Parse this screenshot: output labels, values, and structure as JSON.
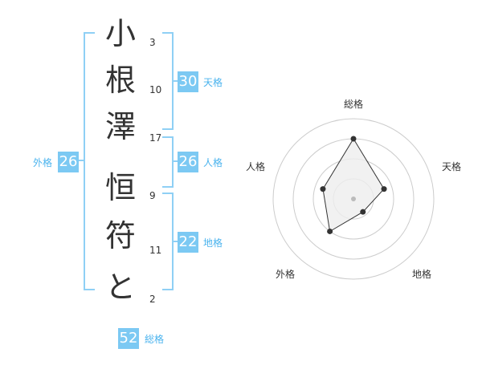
{
  "characters": [
    {
      "char": "小",
      "strokes": "3"
    },
    {
      "char": "根",
      "strokes": "10"
    },
    {
      "char": "澤",
      "strokes": "17"
    },
    {
      "char": "恒",
      "strokes": "9"
    },
    {
      "char": "符",
      "strokes": "11"
    },
    {
      "char": "と",
      "strokes": "2"
    }
  ],
  "fortunes": {
    "tenkaku": {
      "value": "30",
      "label": "天格"
    },
    "jinkaku": {
      "value": "26",
      "label": "人格"
    },
    "chikaku": {
      "value": "22",
      "label": "地格"
    },
    "gaikaku": {
      "value": "26",
      "label": "外格"
    },
    "soukaku": {
      "value": "52",
      "label": "総格"
    }
  },
  "radar": {
    "labels": {
      "top": "総格",
      "right": "天格",
      "bottom_right": "地格",
      "bottom_left": "外格",
      "left": "人格"
    },
    "levels": 4,
    "values": {
      "top": 0.75,
      "right": 0.4,
      "bottom_right": 0.2,
      "bottom_left": 0.5,
      "left": 0.4
    },
    "colors": {
      "ring": "#cccccc",
      "fill": "#eeeeee",
      "line": "#333333",
      "dot": "#333333",
      "center": "#bbbbbb"
    }
  }
}
